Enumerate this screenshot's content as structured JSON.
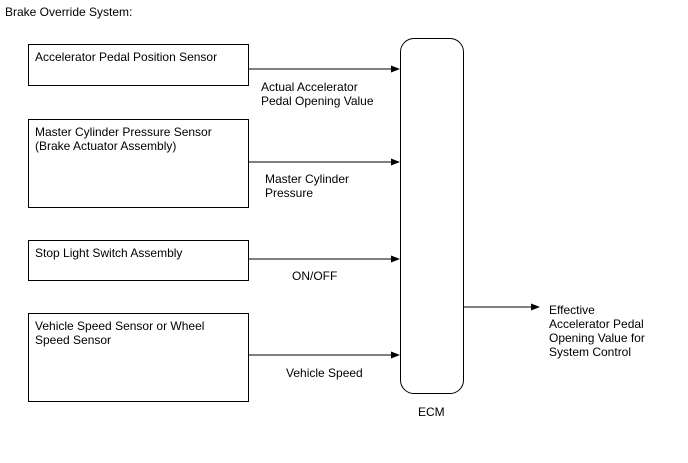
{
  "title": "Brake Override System:",
  "inputs": [
    {
      "label": "Accelerator Pedal Position Sensor",
      "signal": "Actual Accelerator\nPedal Opening Value"
    },
    {
      "label": "Master Cylinder Pressure Sensor\n(Brake Actuator Assembly)",
      "signal": "Master Cylinder\nPressure"
    },
    {
      "label": "Stop Light Switch Assembly",
      "signal": "ON/OFF"
    },
    {
      "label": "Vehicle Speed Sensor or Wheel\nSpeed Sensor",
      "signal": "Vehicle Speed"
    }
  ],
  "ecm": {
    "label": "ECM"
  },
  "output": {
    "label": "Effective\nAccelerator Pedal\nOpening Value for\nSystem Control"
  }
}
